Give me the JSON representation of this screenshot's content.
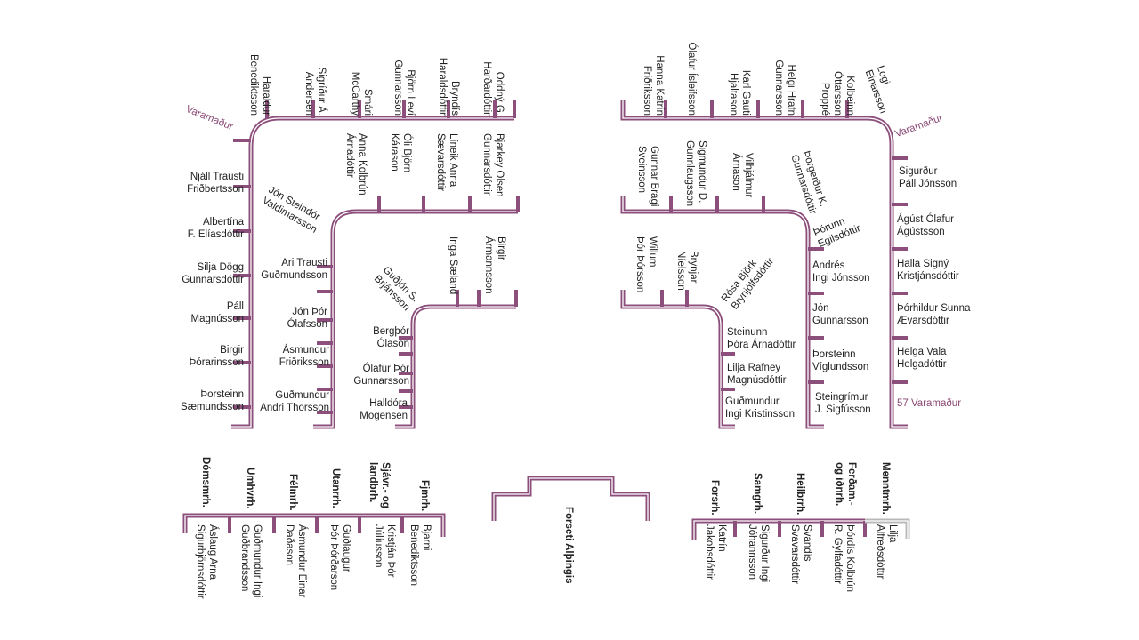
{
  "colors": {
    "track": "#8c4e7b",
    "track_light": "#c9a4bd",
    "vacant": "#b8b8b8",
    "substitute": "#8a4874"
  },
  "left_horseshoe": {
    "outer_top": [
      "Haraldur\nBenediktsson",
      "Sigríður Á.\nAndersen",
      "Smári\nMcCarthy",
      "Björn Leví\nGunnarsson",
      "Bryndís\nHaraldsdóttir",
      "Oddný G.\nHarðardóttir"
    ],
    "outer_side": [
      "Njáll Trausti\nFriðbertsson",
      "Albertína\nF. Elíasdóttir",
      "Silja Dögg\nGunnarsdóttir",
      "Páll\nMagnússon",
      "Birgir\nÞórarinsson",
      "Þorsteinn\nSæmundsson"
    ],
    "substitute": "Varamaður",
    "middle_corner": "Jón Steindór\nValdimarsson",
    "middle_top": [
      "Anna Kolbrún\nÁrnadóttir",
      "Óli Björn\nKárason",
      "Líneik Anna\nSævarsdóttir",
      "Bjarkey Olsen\nGunnarsdóttir"
    ],
    "middle_side": [
      "Ari Trausti\nGuðmundsson",
      "Jón Þór\nÓlafsson",
      "Ásmundur\nFriðriksson",
      "Guðmundur\nAndri Thorsson"
    ],
    "inner_corner": "Guðjón S.\nBrjánsson",
    "inner_top": [
      "Inga Sæland",
      "Birgir\nÁrmannsson"
    ],
    "inner_side": [
      "Bergþór\nÓlason",
      "Ólafur Þór\nGunnarsson",
      "Halldóra\nMogensen"
    ]
  },
  "right_horseshoe": {
    "outer_top": [
      "Hanna Katrín\nFriðriksson",
      "Ólafur Ísleifsson",
      "Karl Gauti\nHjaltason",
      "Helgi Hrafn\nGunnarsson",
      "Kolbeinn\nÓttarsson\nProppé"
    ],
    "outer_corner": "Logi\nEinarsson",
    "substitute": "Varamaður",
    "outer_side": [
      "Sigurður\nPáll Jónsson",
      "Ágúst Ólafur\nÁgústsson",
      "Halla Signý\nKristjánsdóttir",
      "Þórhildur Sunna\nÆvarsdóttir",
      "Helga Vala\nHelgadóttir"
    ],
    "outer_side_last": "57 Varamaður",
    "middle_top": [
      "Gunnar Bragi\nSveinsson",
      "Sigmundur D.\nGunnlaugsson",
      "Vilhjálmur\nÁrnason"
    ],
    "middle_corner_1": "Þorgerður K.\nGunnarsdóttir",
    "middle_corner_2": "Þórunn\nEgilsdóttir",
    "middle_side": [
      "Andrés\nIngi Jónsson",
      "Jón\nGunnarsson",
      "Þorsteinn\nVíglundsson",
      "Steingrímur\nJ. Sigfússon"
    ],
    "inner_top": [
      "Willum\nÞór Þórsson",
      "Brynjar\nNíelsson"
    ],
    "inner_corner": "Rósa Björk\nBrynjólfsdóttir",
    "inner_side": [
      "Steinunn\nÞóra Árnadóttir",
      "Lilja Rafney\nMagnúsdóttir",
      "Guðmundur\nIngi Kristinsson"
    ]
  },
  "ministers_left": {
    "roles": [
      "Dómsmrh.",
      "Umhvrh.",
      "Félmrh.",
      "Utanrrh.",
      "Sjávr.- og\nlandbrh.",
      "Fjmrh."
    ],
    "names": [
      "Áslaug Arna\nSigurbjörnsdóttir",
      "Guðmundur Ingi\nGuðbrandsson",
      "Ásmundur Einar\nDaðason",
      "Guðlaugur\nÞór Þórðarson",
      "Kristján Þór\nJúlíusson",
      "Bjarni\nBenediktsson"
    ]
  },
  "speaker": {
    "label": "Forseti Alþingis"
  },
  "ministers_right": {
    "roles": [
      "Forsrh.",
      "Samgrh.",
      "Heilbrrh.",
      "Ferðam.-\nog iðnrh.",
      "Menntmrh."
    ],
    "names": [
      "Katrín\nJakobsdóttir",
      "Sigurður Ingi\nJóhannsson",
      "Svandís\nSvavarsdóttir",
      "Þórdís Kolbrún\nR. Gylfadóttir",
      "Lilja\nAlfreðsdóttir"
    ]
  }
}
